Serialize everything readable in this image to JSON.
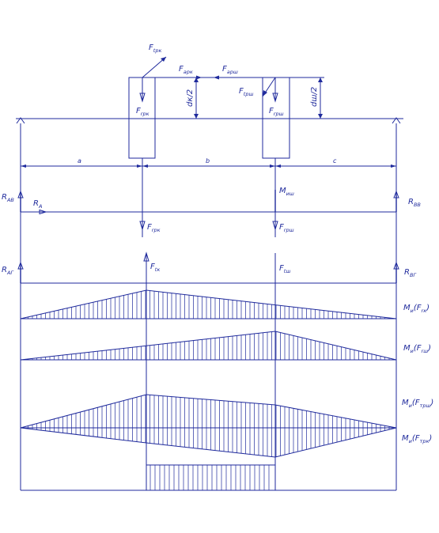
{
  "forces": {
    "ftrk_top": "F",
    "ftrk_top_sub": "tрк",
    "fark": "F",
    "fark_sub": "aрк",
    "farsh": "F",
    "farsh_sub": "aрш",
    "ftrsh_top": "F",
    "ftrsh_top_sub": "tрш",
    "frk_gear": "F",
    "frk_gear_sub": "rрк",
    "frsh_gear": "F",
    "frsh_gear_sub": "rрш",
    "frk_lower": "F",
    "frk_lower_sub": "rрк",
    "frsh_lower": "F",
    "frsh_lower_sub": "rрш",
    "ftk": "F",
    "ftk_sub": "tк",
    "ftsh": "F",
    "ftsh_sub": "tш"
  },
  "dims": {
    "d1": "dк/2",
    "d2": "dш/2",
    "a": "a",
    "b": "b",
    "c": "c"
  },
  "reactions": {
    "rav": "R",
    "rav_sub": "AВ",
    "ra": "R",
    "ra_sub": "A",
    "rvv": "R",
    "rvv_sub": "ВВ",
    "rag": "R",
    "rag_sub": "AГ",
    "rvg": "R",
    "rvg_sub": "ВГ"
  },
  "moment": {
    "m": "M",
    "m_sub": "иш"
  },
  "diagrams": {
    "m1": "M",
    "m1_sub": "и",
    "m1_arg": "(F",
    "m1_arg_sub": "rк",
    "m1_close": ")",
    "m2": "M",
    "m2_sub": "и",
    "m2_arg": "(F",
    "m2_arg_sub": "rш",
    "m2_close": ")",
    "m3": "M",
    "m3_sub": "и",
    "m3_arg": "(F",
    "m3_arg_sub": "трш",
    "m3_close": ")",
    "m4": "M",
    "m4_sub": "и",
    "m4_arg": "(F",
    "m4_arg_sub": "трк",
    "m4_close": ")"
  }
}
